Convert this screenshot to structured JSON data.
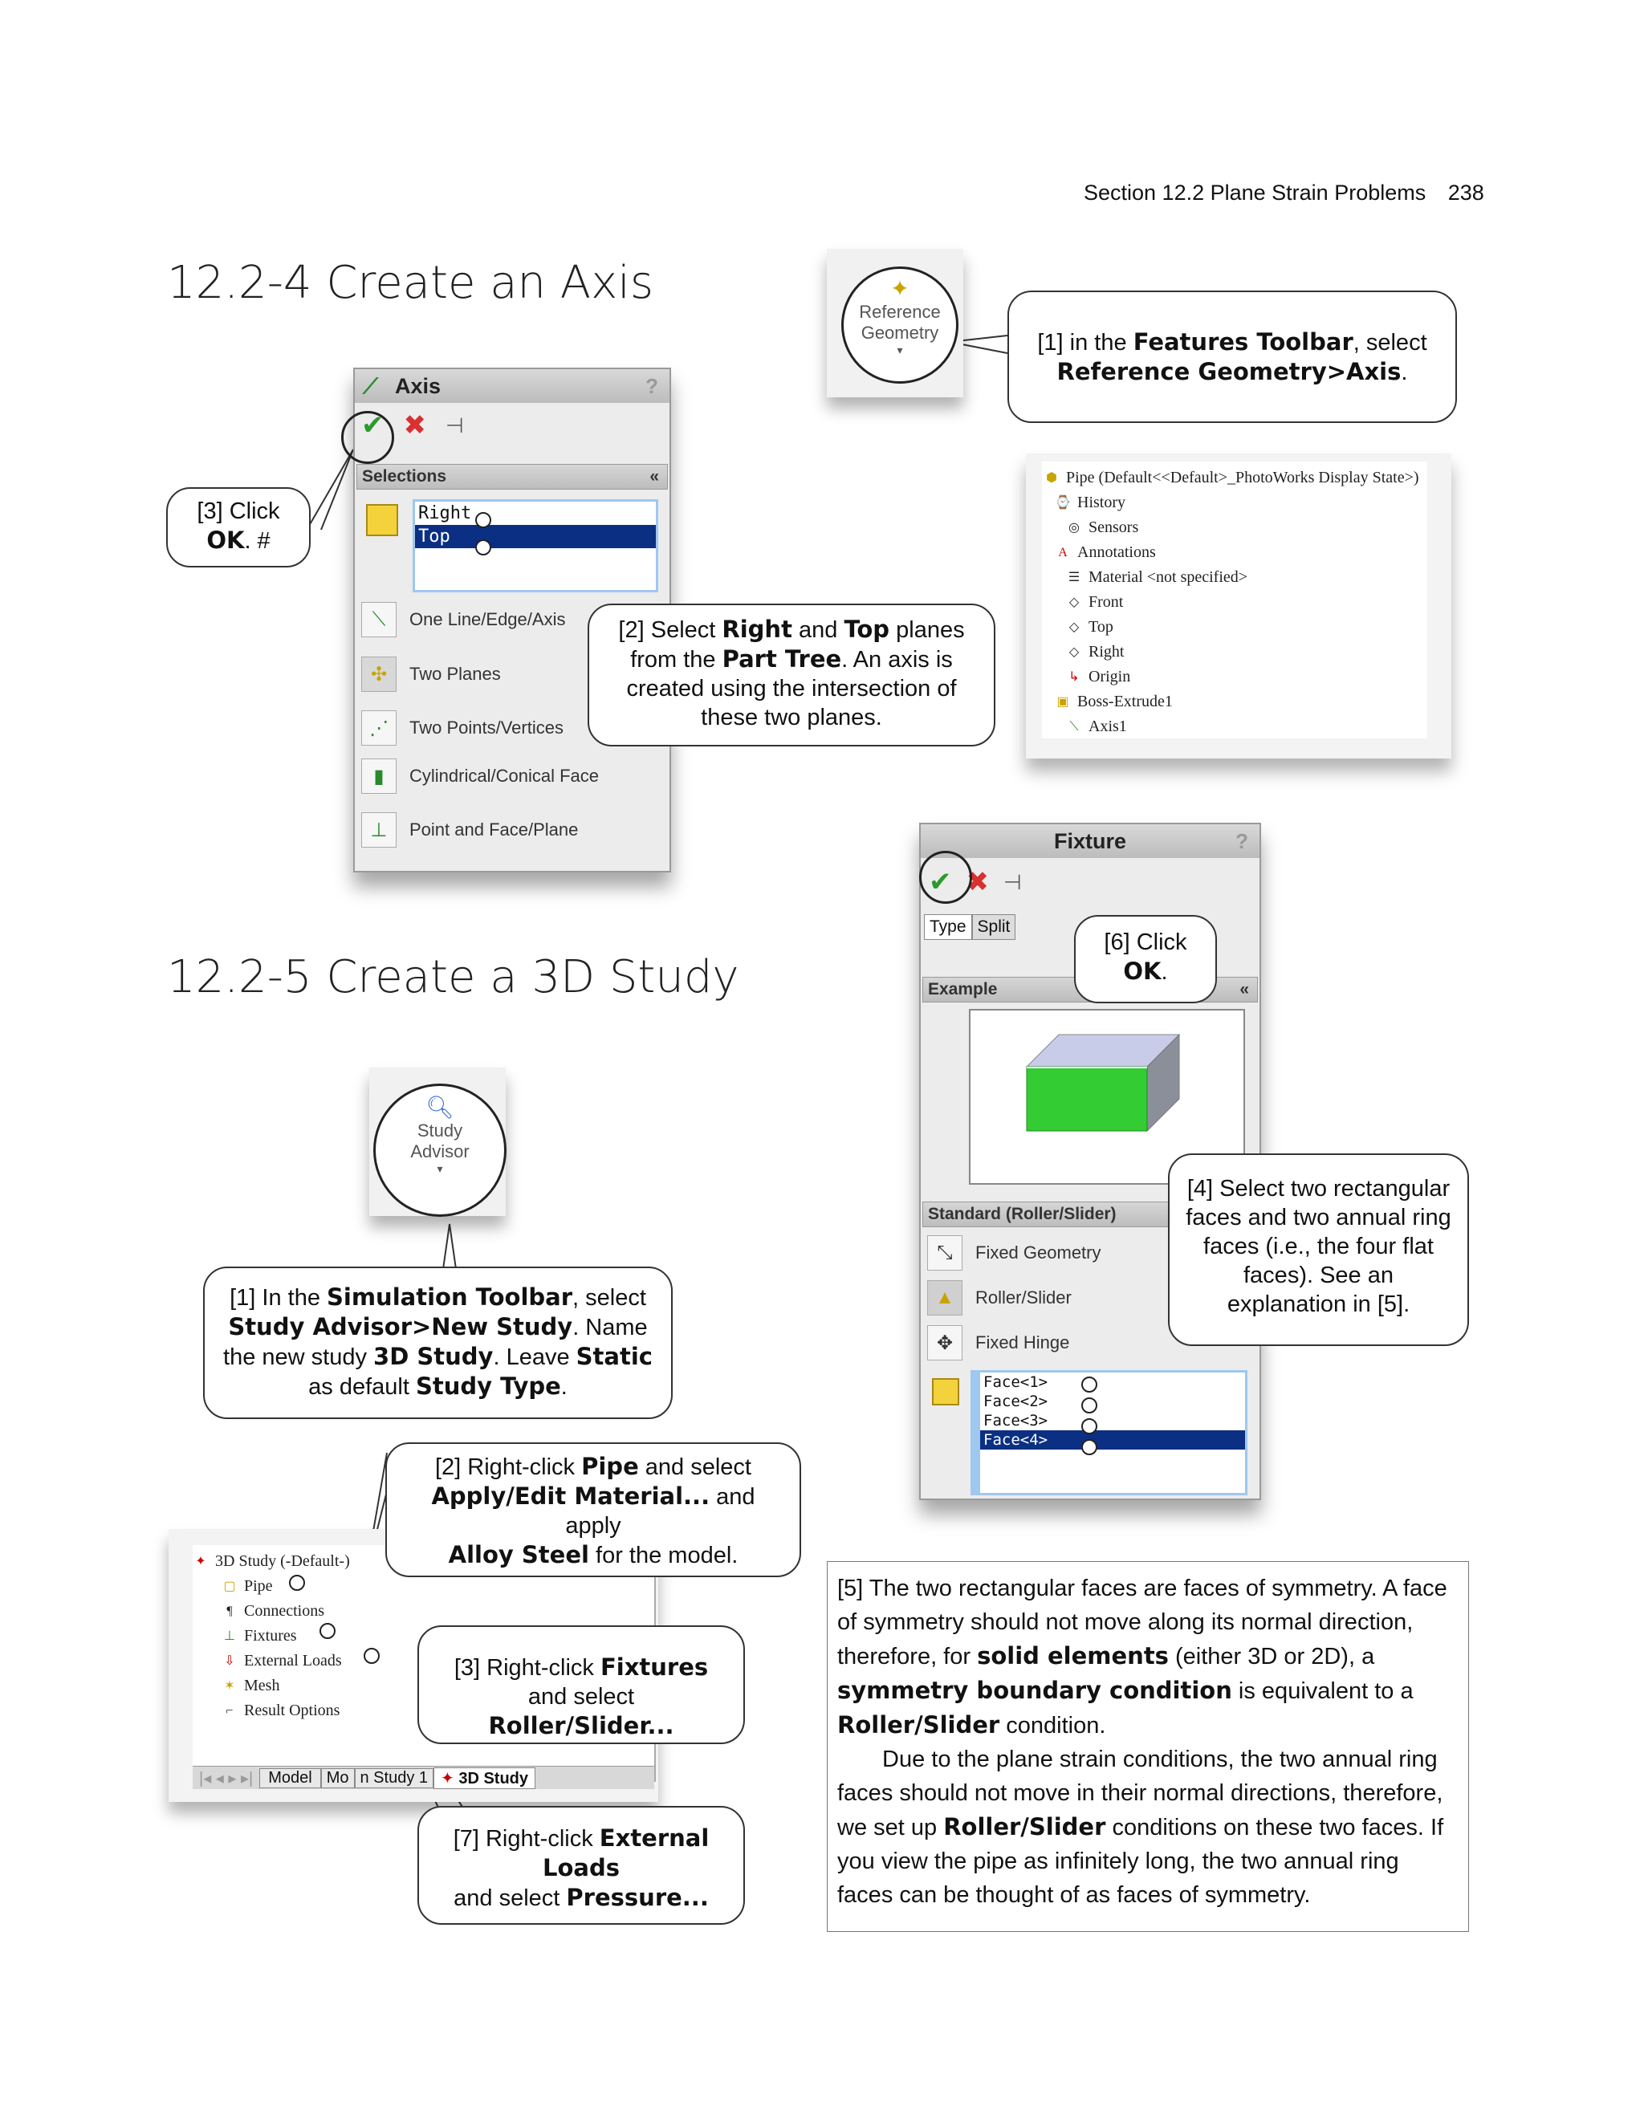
{
  "header": {
    "running_title": "Section 12.2  Plane Strain Problems",
    "page_number": "238"
  },
  "sections": {
    "axis_title": "12.2-4  Create an Axis",
    "study_title": "12.2-5  Create a 3D Study"
  },
  "axis_panel": {
    "title": "Axis",
    "help": "?",
    "selections_label": "Selections",
    "list": [
      "Right",
      "Top"
    ],
    "options": [
      "One Line/Edge/Axis",
      "Two Planes",
      "Two Points/Vertices",
      "Cylindrical/Conical Face",
      "Point and Face/Plane"
    ]
  },
  "ref_geometry_icon": {
    "line1": "Reference",
    "line2": "Geometry"
  },
  "study_advisor_icon": {
    "line1": "Study",
    "line2": "Advisor"
  },
  "part_tree": {
    "items": [
      "Pipe  (Default<<Default>_PhotoWorks Display State>)",
      "History",
      "Sensors",
      "Annotations",
      "Material <not specified>",
      "Front",
      "Top",
      "Right",
      "Origin",
      "Boss-Extrude1",
      "Axis1"
    ]
  },
  "fixture_panel": {
    "title": "Fixture",
    "help": "?",
    "tabs": [
      "Type",
      "Split"
    ],
    "example_label": "Example",
    "standard_label": "Standard (Roller/Slider)",
    "options": [
      "Fixed Geometry",
      "Roller/Slider",
      "Fixed Hinge"
    ],
    "faces": [
      "Face<1>",
      "Face<2>",
      "Face<3>",
      "Face<4>"
    ]
  },
  "study_tree": {
    "items": [
      "3D Study (-Default-)",
      "Pipe",
      "Connections",
      "Fixtures",
      "External Loads",
      "Mesh",
      "Result Options"
    ],
    "tabs": [
      "Model",
      "Mo",
      "n Study 1",
      "3D Study"
    ]
  },
  "callouts": {
    "c1_axis": {
      "a": "[1] in the ",
      "b": "Features Toolbar",
      "c": ", select",
      "d": "Reference Geometry>Axis",
      "e": "."
    },
    "c2_axis": {
      "a": "[2] Select ",
      "b": "Right",
      "c": " and ",
      "d": "Top",
      "e": " planes from the ",
      "f": "Part Tree",
      "g": ". An axis is created using the intersection of these two planes."
    },
    "c3_axis": {
      "a": "[3] Click",
      "b": "OK",
      "c": ". #"
    },
    "c1_study": {
      "a": "[1] In the ",
      "b": "Simulation Toolbar",
      "c": ", select ",
      "d": "Study Advisor>New Study",
      "e": ".  Name the new study ",
      "f": "3D Study",
      "g": ".  Leave ",
      "h": "Static",
      "i": " as default ",
      "j": "Study Type",
      "k": "."
    },
    "c2_study": {
      "a": "[2] Right-click ",
      "b": "Pipe",
      "c": " and select ",
      "d": "Apply/Edit Material...",
      "e": " and apply ",
      "f": "Alloy Steel",
      "g": " for the model."
    },
    "c3_study": {
      "a": "[3] Right-click ",
      "b": "Fixtures",
      "c": " and select ",
      "d": "Roller/Slider...",
      "e": ""
    },
    "c4": {
      "a": "[4] Select two rectangular faces and two annual ring faces (i.e., the four flat faces).  See an explanation in [5]."
    },
    "c6": {
      "a": "[6] Click",
      "b": "OK",
      "c": "."
    },
    "c7": {
      "a": "[7] Right-click ",
      "b": "External Loads",
      "c": " and select ",
      "d": "Pressure..."
    }
  },
  "note5": {
    "p1a": "[5] The two rectangular faces are faces of symmetry.  A face of symmetry should not move along its normal direction, therefore, for ",
    "p1b": "solid elements",
    "p1c": " (either 3D or 2D), a ",
    "p1d": "symmetry boundary condition",
    "p1e": " is equivalent to a ",
    "p1f": "Roller/Slider",
    "p1g": " condition.",
    "p2a": "Due to the plane strain conditions, the two annual ring faces should not move in their normal directions, therefore, we set up ",
    "p2b": "Roller/Slider",
    "p2c": " conditions on these two faces.  If you view the pipe as infinitely long, the two annual ring faces can be thought of as faces of symmetry."
  }
}
